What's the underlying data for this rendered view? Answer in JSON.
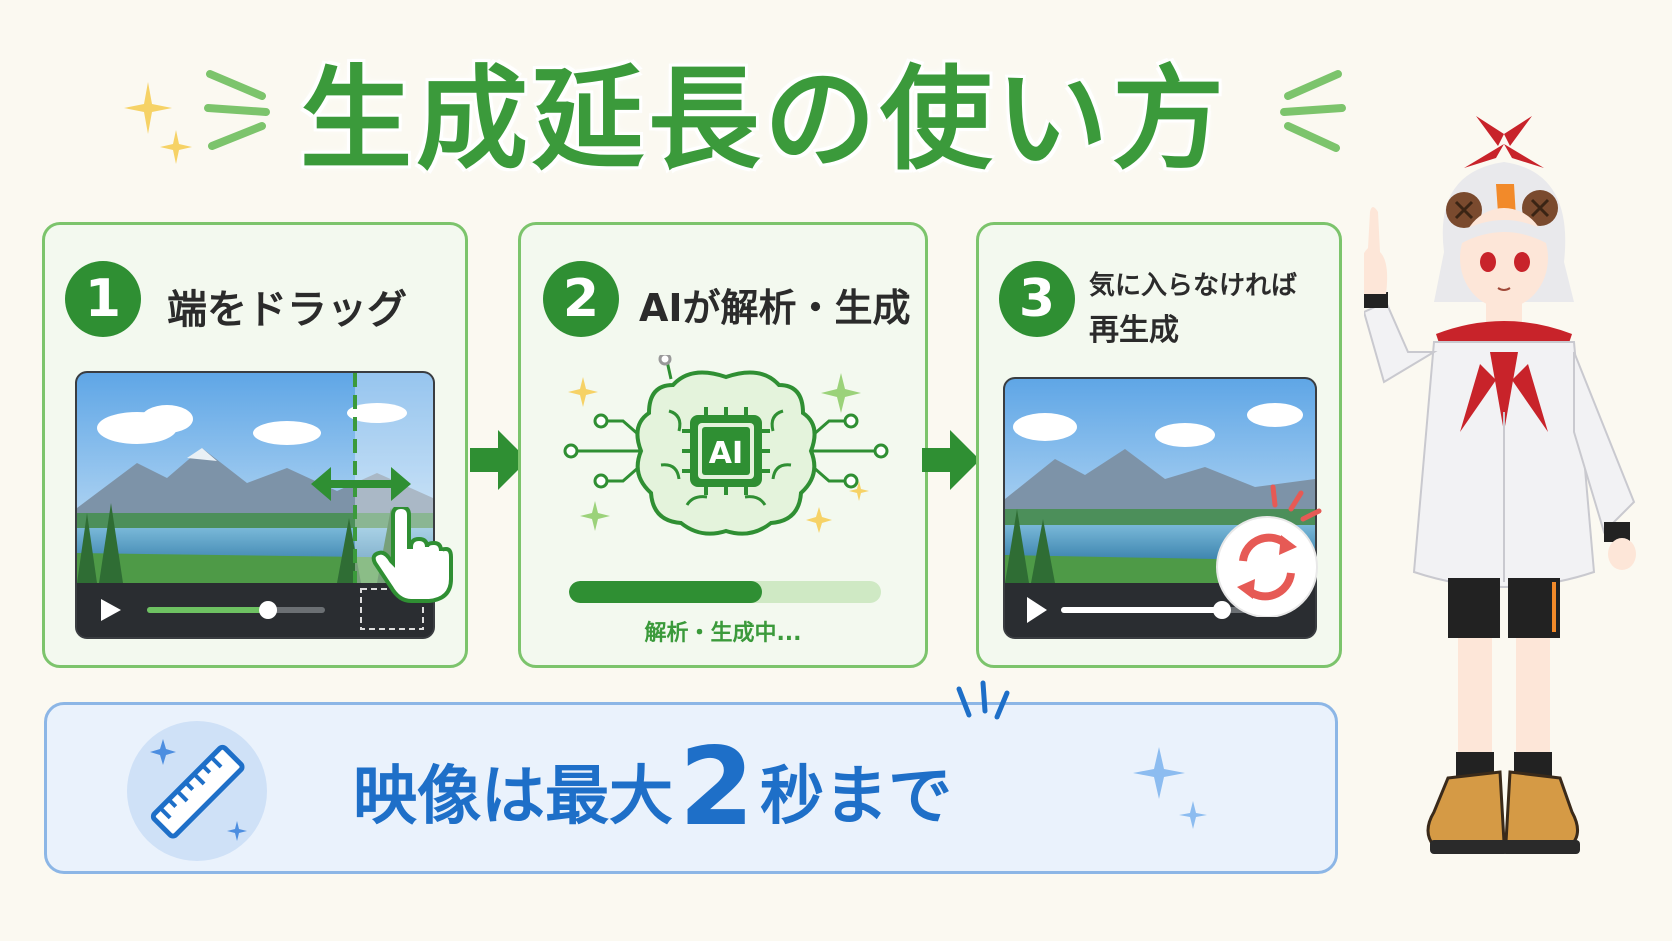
{
  "title": "生成延長の使い方",
  "steps": [
    {
      "number": "1",
      "label": "端をドラッグ"
    },
    {
      "number": "2",
      "label": "AIが解析・生成",
      "chip_label": "AI",
      "progress": 0.62,
      "status": "解析・生成中..."
    },
    {
      "number": "3",
      "label_line1": "気に入らなければ",
      "label_line2": "再生成"
    }
  ],
  "banner": {
    "text_before": "映像は最大",
    "highlight": "2",
    "text_after": "秒まで"
  },
  "players": [
    {
      "progress": 0.68
    },
    {
      "progress": 0.7
    }
  ],
  "colors": {
    "green": "#2f8f33",
    "accent_blue": "#1e6fc8",
    "regenerate_red": "#e65a55"
  },
  "icons": [
    "sparkle-icon",
    "play-icon",
    "resize-arrow-icon",
    "pointer-hand-icon",
    "ai-brain-icon",
    "next-arrow-icon",
    "regenerate-icon",
    "ruler-icon",
    "mascot-illustration"
  ]
}
